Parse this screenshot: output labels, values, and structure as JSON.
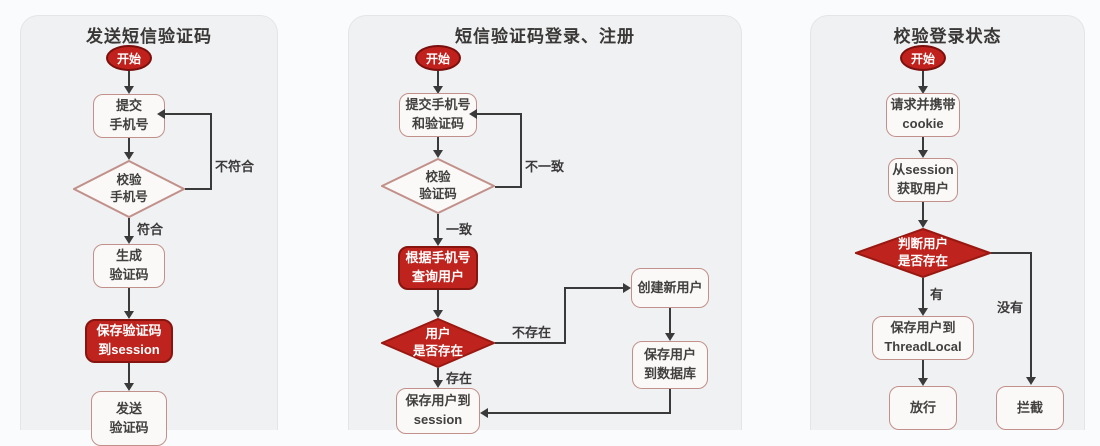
{
  "colors": {
    "accent_red": "#bf231d",
    "accent_red_dark": "#87140f",
    "node_border": "#c2908a",
    "text_dark": "#42403f",
    "panel_bg": "#f0f1f3",
    "page_bg": "#fafbfc"
  },
  "charts": [
    {
      "title": "发送短信验证码",
      "nodes": {
        "start": "开始",
        "submit": [
          "提交",
          "手机号"
        ],
        "check": [
          "校验",
          "手机号"
        ],
        "generate": [
          "生成",
          "验证码"
        ],
        "save": [
          "保存验证码",
          "到session"
        ],
        "send": [
          "发送",
          "验证码"
        ]
      },
      "labels": {
        "mismatch": "不符合",
        "match": "符合"
      }
    },
    {
      "title": "短信验证码登录、注册",
      "nodes": {
        "start": "开始",
        "submit": [
          "提交手机号",
          "和验证码"
        ],
        "check": [
          "校验",
          "验证码"
        ],
        "query": [
          "根据手机号",
          "查询用户"
        ],
        "exists": [
          "用户",
          "是否存在"
        ],
        "create": "创建新用户",
        "savedb": [
          "保存用户",
          "到数据库"
        ],
        "savesession": [
          "保存用户到",
          "session"
        ]
      },
      "labels": {
        "mismatch": "不一致",
        "match": "一致",
        "notexist": "不存在",
        "exist": "存在"
      }
    },
    {
      "title": "校验登录状态",
      "nodes": {
        "start": "开始",
        "request": [
          "请求并携带",
          "cookie"
        ],
        "getuser": [
          "从session",
          "获取用户"
        ],
        "judge": [
          "判断用户",
          "是否存在"
        ],
        "savetl": [
          "保存用户到",
          "ThreadLocal"
        ],
        "pass": "放行",
        "block": "拦截"
      },
      "labels": {
        "yes": "有",
        "no": "没有"
      }
    }
  ]
}
